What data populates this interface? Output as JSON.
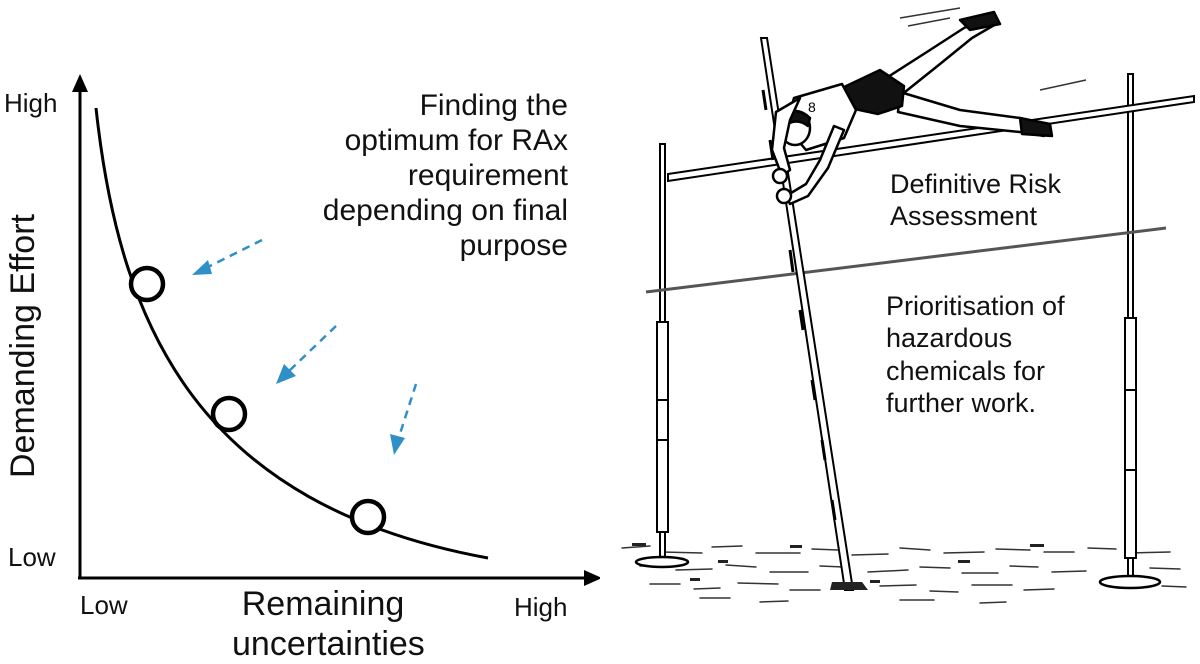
{
  "left_diagram": {
    "y_axis": {
      "label": "Demanding Effort",
      "high": "High",
      "low": "Low"
    },
    "x_axis": {
      "label": "Remaining\nuncertainties",
      "low": "Low",
      "high": "High"
    },
    "callout": "Finding the\noptimum for RAx\nrequirement\ndepending on final\npurpose",
    "points": [
      {
        "x": 0.12,
        "y": 0.62
      },
      {
        "x": 0.27,
        "y": 0.32
      },
      {
        "x": 0.54,
        "y": 0.1
      }
    ],
    "arrow_color": "#2f8fc7"
  },
  "right_illustration": {
    "upper_bar_label": "Definitive Risk\nAssessment",
    "lower_bar_label": "Prioritisation of\nhazardous\nchemicals for\nfurther work."
  }
}
